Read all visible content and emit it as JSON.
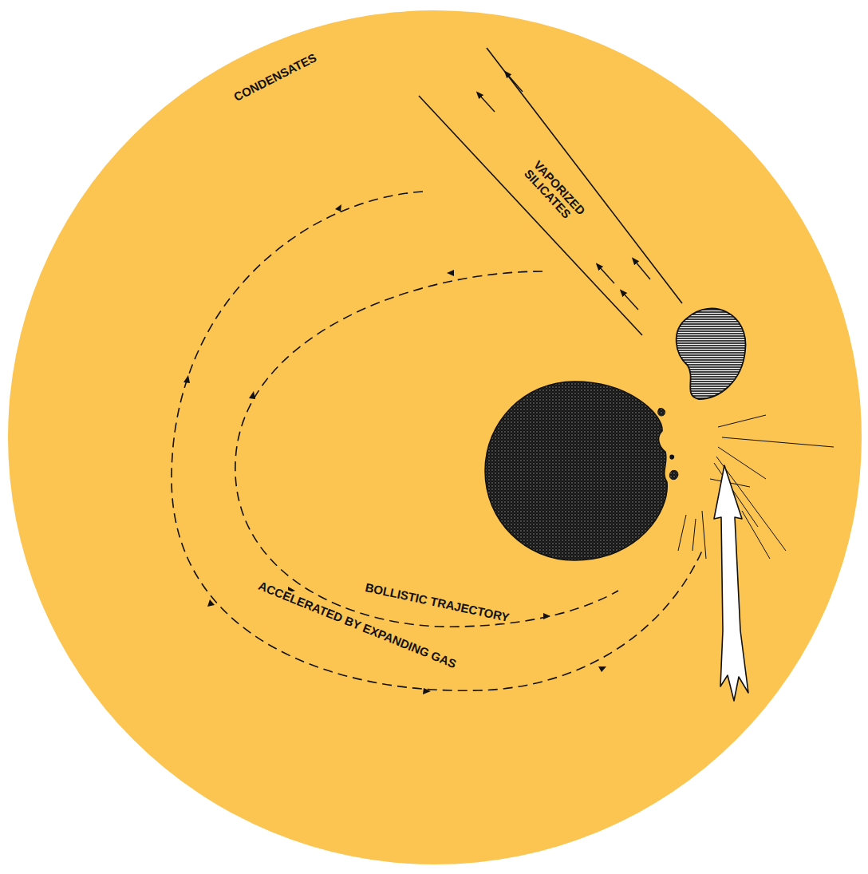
{
  "diagram": {
    "labels": [
      "CONDENSATES",
      "VAPORIZED SILICATES",
      "BOLLISTIC TRAJECTORY",
      "ACCELERATED BY EXPANDING GAS"
    ]
  }
}
